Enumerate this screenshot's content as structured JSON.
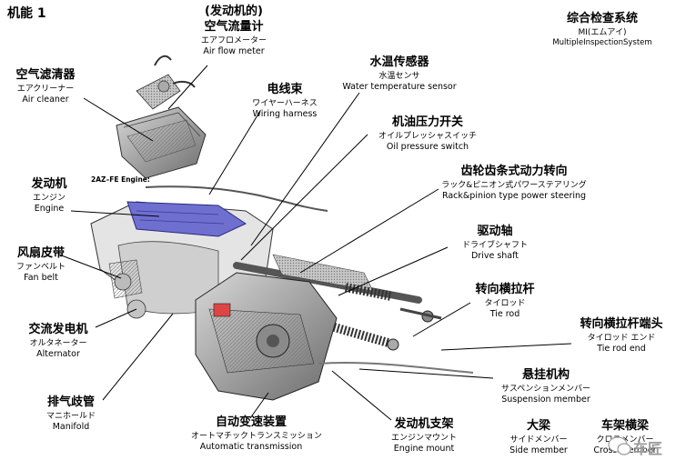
{
  "page_title": "机能 1",
  "engine_code": "2AZ–FE Engine:",
  "labels": {
    "air_flow_meter": {
      "zh1": "(发动机的)",
      "zh2": "空气流量计",
      "jp": "エアフロメーター",
      "en": "Air flow meter"
    },
    "mis": {
      "zh": "综合检查系统",
      "jp": "MI(エムアイ)",
      "en": "MultipleInspectionSystem"
    },
    "air_cleaner": {
      "zh": "空气滤清器",
      "jp": "エアクリーナー",
      "en": "Air cleaner"
    },
    "water_temp": {
      "zh": "水温传感器",
      "jp": "水温センサ",
      "en": "Water temperature sensor"
    },
    "wiring_harness": {
      "zh": "电线束",
      "jp": "ワイヤーハーネス",
      "en": "Wiring harness"
    },
    "oil_pressure": {
      "zh": "机油压力开关",
      "jp": "オイルプレッシャスイッチ",
      "en": "Oil pressure switch"
    },
    "rack_pinion": {
      "zh": "齿轮齿条式动力转向",
      "jp": "ラック&ピニオン式パワーステアリング",
      "en": "Rack&pinion type power steering"
    },
    "engine": {
      "zh": "发动机",
      "jp": "エンジン",
      "en": "Engine"
    },
    "drive_shaft": {
      "zh": "驱动轴",
      "jp": "ドライブシャフト",
      "en": "Drive shaft"
    },
    "fan_belt": {
      "zh": "风扇皮带",
      "jp": "ファンベルト",
      "en": "Fan belt"
    },
    "tie_rod": {
      "zh": "转向横拉杆",
      "jp": "タイロッド",
      "en": "Tie rod"
    },
    "alternator": {
      "zh": "交流发电机",
      "jp": "オルタネーター",
      "en": "Alternator"
    },
    "tie_rod_end": {
      "zh": "转向横拉杆端头",
      "jp": "タイロッド エンド",
      "en": "Tie rod end"
    },
    "suspension": {
      "zh": "悬挂机构",
      "jp": "サスペンションメンバー",
      "en": "Suspension member"
    },
    "manifold": {
      "zh": "排气歧管",
      "jp": "マニホールド",
      "en": "Manifold"
    },
    "auto_trans": {
      "zh": "自动变速装置",
      "jp": "オートマチックトランスミッション",
      "en": "Automatic transmission"
    },
    "engine_mount": {
      "zh": "发动机支架",
      "jp": "エンジンマウント",
      "en": "Engine mount"
    },
    "side_member": {
      "zh": "大梁",
      "jp": "サイドメンバー",
      "en": "Side member"
    },
    "cross_member": {
      "zh": "车架横梁",
      "jp": "クロスメンバー",
      "en": "Cross member"
    }
  },
  "watermark": "车匠",
  "colors": {
    "engine_head": "#6f6fd0",
    "line": "#000000",
    "metal": "#9a9a9a"
  }
}
